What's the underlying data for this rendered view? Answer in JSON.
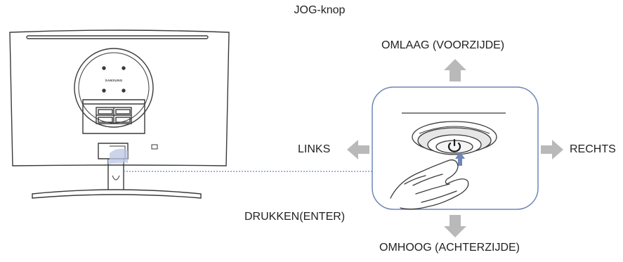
{
  "labels": {
    "title": "JOG-knop",
    "down_front": "OMLAAG (VOORZIJDE)",
    "left": "LINKS",
    "right": "RECHTS",
    "press": "DRUKKEN(ENTER)",
    "up_back": "OMHOOG (ACHTERZIJDE)"
  },
  "logo": "SAMSUNG",
  "colors": {
    "outline": "#3a3a3a",
    "arrow": "#b9b9b9",
    "callout_border": "#6f86b8",
    "leader_line": "#6f86b8"
  }
}
